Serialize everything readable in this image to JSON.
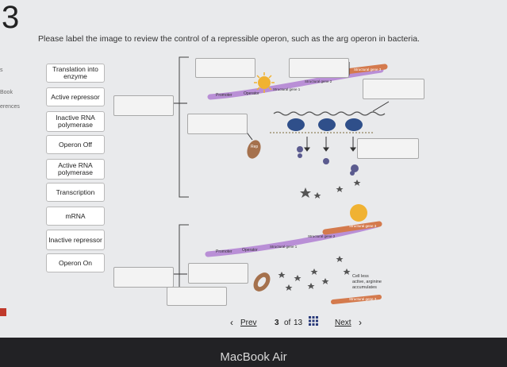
{
  "question_number": "3",
  "instruction": "Please label the image to review the control of a repressible operon, such as the arg operon in bacteria.",
  "left_sidebar": {
    "item1": "s",
    "item2": "Book",
    "item3": "erences"
  },
  "labels": [
    "Translation into enzyme",
    "Active repressor",
    "Inactive RNA polymerase",
    "Operon Off",
    "Active RNA polymerase",
    "Transcription",
    "mRNA",
    "Inactive repressor",
    "Operon On"
  ],
  "diagram_text": {
    "promoter": "Promoter",
    "operator": "Operator",
    "structural_gene_1": "Structural gene 1",
    "structural_gene_2": "Structural gene 2",
    "structural_gene_3": "Structural gene 3",
    "rep": "Rep",
    "cell_less": "Cell less",
    "active_arginine": "active, arginine",
    "accumulates": "accumulates"
  },
  "nav": {
    "prev": "Prev",
    "current": "3",
    "of": "of",
    "total": "13",
    "next": "Next"
  },
  "device": "MacBook Air",
  "colors": {
    "gene_strand": "#b98fd6",
    "repressor": "#a5714d",
    "polymerase": "#2f4f8a",
    "corepressor": "#e8a93a"
  }
}
